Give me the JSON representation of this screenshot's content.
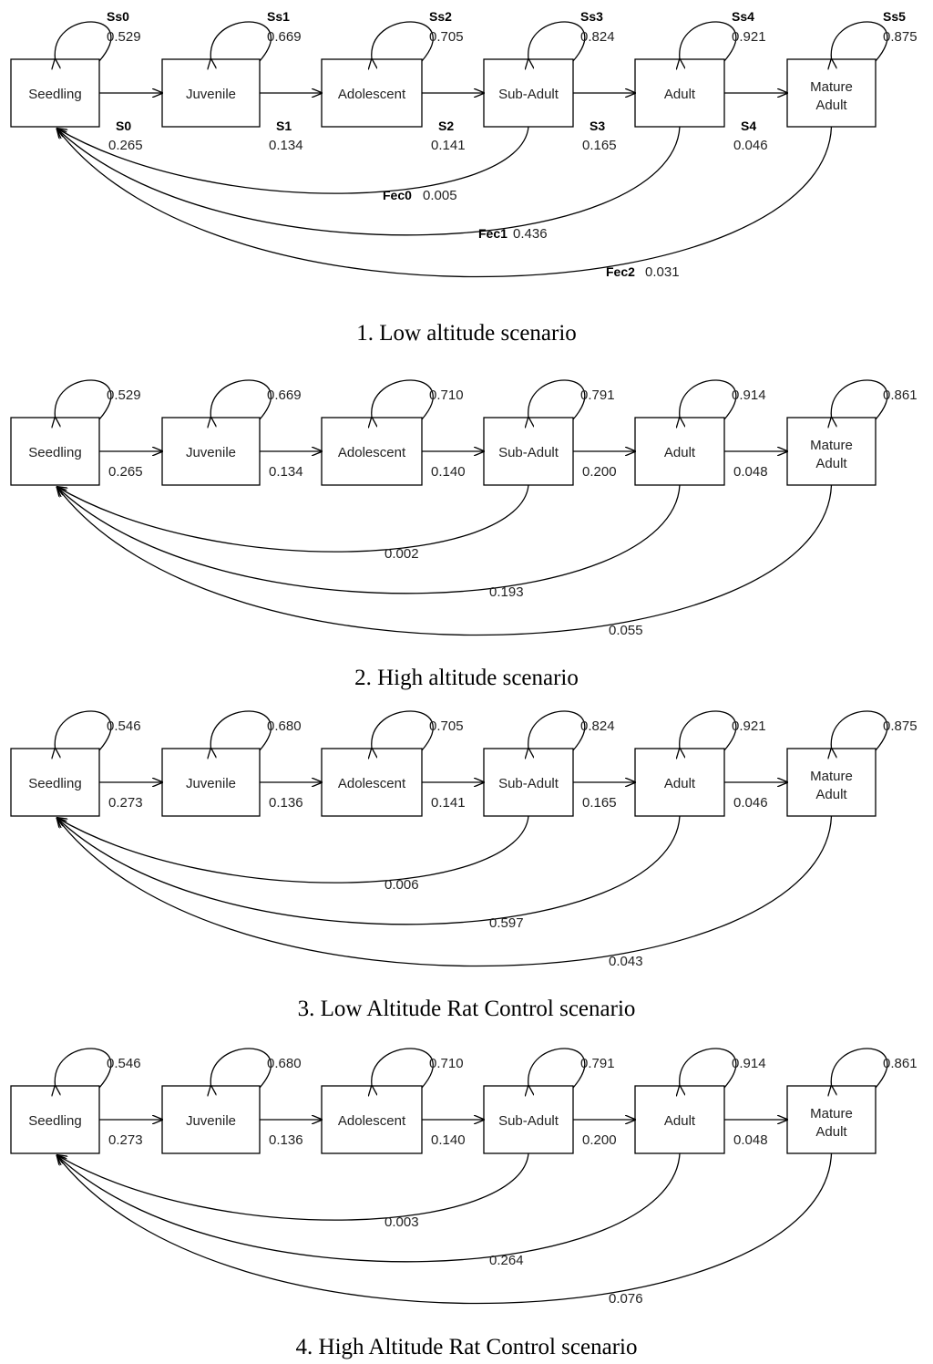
{
  "stages": [
    "Seedling",
    "Juvenile",
    "Adolescent",
    "Sub-Adult",
    "Adult",
    "Mature Adult"
  ],
  "scenarios": [
    {
      "caption": "1. Low altitude scenario",
      "stasis": [
        "0.529",
        "0.669",
        "0.705",
        "0.824",
        "0.921",
        "0.875"
      ],
      "stasis_params": [
        "Ss0",
        "Ss1",
        "Ss2",
        "Ss3",
        "Ss4",
        "Ss5"
      ],
      "transitions": [
        "0.265",
        "0.134",
        "0.141",
        "0.165",
        "0.046"
      ],
      "transition_params": [
        "S0",
        "S1",
        "S2",
        "S3",
        "S4"
      ],
      "fecundity": [
        "0.005",
        "0.436",
        "0.031"
      ],
      "fecundity_params": [
        "Fec0",
        "Fec1",
        "Fec2"
      ]
    },
    {
      "caption": "2. High altitude scenario",
      "stasis": [
        "0.529",
        "0.669",
        "0.710",
        "0.791",
        "0.914",
        "0.861"
      ],
      "transitions": [
        "0.265",
        "0.134",
        "0.140",
        "0.200",
        "0.048"
      ],
      "fecundity": [
        "0.002",
        "0.193",
        "0.055"
      ]
    },
    {
      "caption": "3. Low Altitude Rat Control scenario",
      "stasis": [
        "0.546",
        "0.680",
        "0.705",
        "0.824",
        "0.921",
        "0.875"
      ],
      "transitions": [
        "0.273",
        "0.136",
        "0.141",
        "0.165",
        "0.046"
      ],
      "fecundity": [
        "0.006",
        "0.597",
        "0.043"
      ]
    },
    {
      "caption": "4. High Altitude Rat Control scenario",
      "stasis": [
        "0.546",
        "0.680",
        "0.710",
        "0.791",
        "0.914",
        "0.861"
      ],
      "transitions": [
        "0.273",
        "0.136",
        "0.140",
        "0.200",
        "0.048"
      ],
      "fecundity": [
        "0.003",
        "0.264",
        "0.076"
      ]
    }
  ]
}
